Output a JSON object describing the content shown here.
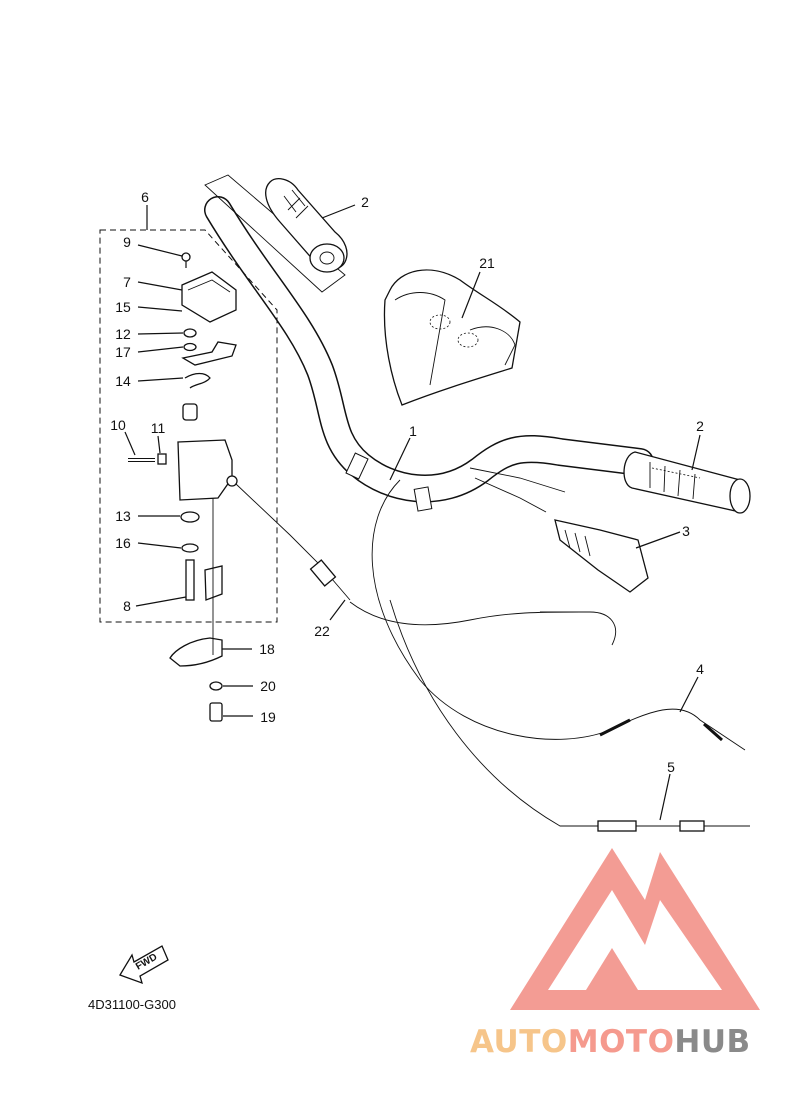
{
  "labels": {
    "l1": "1",
    "l2a": "2",
    "l2b": "2",
    "l3": "3",
    "l4": "4",
    "l5": "5",
    "l6": "6",
    "l7": "7",
    "l8": "8",
    "l9": "9",
    "l10": "10",
    "l11": "11",
    "l12": "12",
    "l13": "13",
    "l14": "14",
    "l15": "15",
    "l16": "16",
    "l17": "17",
    "l18": "18",
    "l19": "19",
    "l20": "20",
    "l21": "21",
    "l22": "22"
  },
  "fwd_label": "FWD",
  "diagram_code": "4D31100-G300",
  "watermark": {
    "part1": "AUTO",
    "part2": "MOTO",
    "part3": "HUB",
    "color1": "#f6c58a",
    "color2": "#f59a8e",
    "color3": "#8a8a8a",
    "logo_color": "#f28b82"
  }
}
